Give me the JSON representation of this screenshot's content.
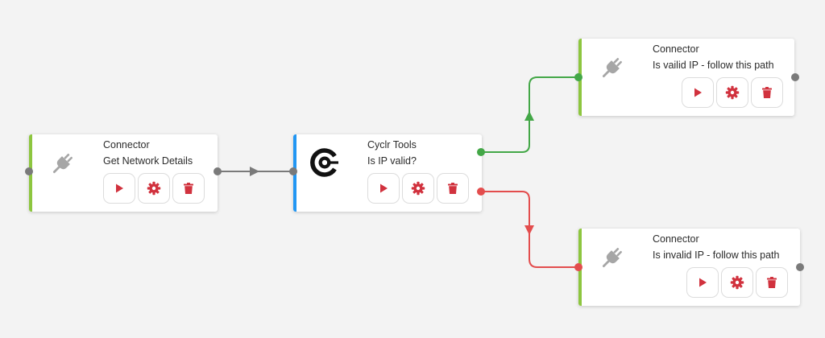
{
  "colors": {
    "connector_accent": "#8dc63f",
    "tools_accent": "#2196f3",
    "default_wire": "#7a7a7a",
    "true_wire": "#43a747",
    "false_wire": "#e34d4d",
    "action_icon": "#d1323e",
    "plug_icon": "#a6a6a6"
  },
  "nodes": {
    "get_network": {
      "title": "Connector",
      "subtitle": "Get Network Details",
      "icon": "plug-icon"
    },
    "ip_check": {
      "title": "Cyclr Tools",
      "subtitle": "Is IP valid?",
      "icon": "cyclr-logo-icon"
    },
    "valid_path": {
      "title": "Connector",
      "subtitle": "Is vailid IP - follow this path",
      "icon": "plug-icon"
    },
    "invalid_path": {
      "title": "Connector",
      "subtitle": "Is invalid IP - follow this path",
      "icon": "plug-icon"
    }
  },
  "actions": [
    "play-icon",
    "gear-icon",
    "trash-icon"
  ]
}
